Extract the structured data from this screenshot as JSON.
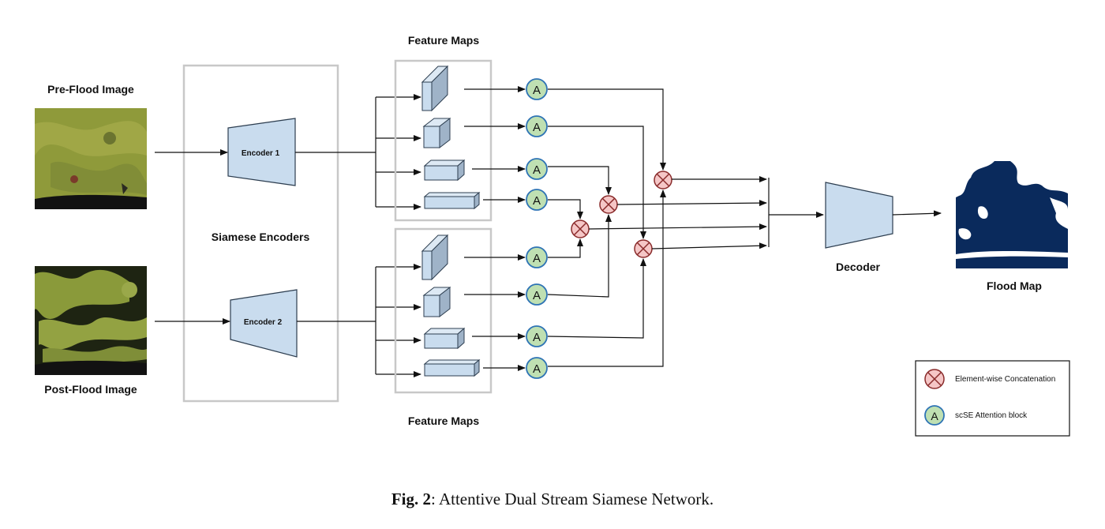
{
  "labels": {
    "pre_flood": "Pre-Flood Image",
    "post_flood": "Post-Flood Image",
    "siamese": "Siamese Encoders",
    "encoder1": "Encoder 1",
    "encoder2": "Encoder 2",
    "feature_maps_top": "Feature Maps",
    "feature_maps_bottom": "Feature Maps",
    "decoder": "Decoder",
    "flood_map": "Flood Map",
    "attention_letter": "A"
  },
  "legend": {
    "concat_label": "Element-wise Concatenation",
    "attention_label": "scSE Attention block",
    "attention_letter": "A"
  },
  "caption": {
    "prefix": "Fig. 2",
    "text": ": Attentive Dual Stream Siamese Network."
  },
  "colors": {
    "block_fill": "#c9dcee",
    "block_stroke": "#2d3e50",
    "attention_fill": "#bfe0b2",
    "attention_stroke": "#2f74b5",
    "concat_fill": "#f5c6c6",
    "concat_stroke": "#8a2b2b",
    "frame": "#c8c8c8",
    "flood_map_bg": "#0a2a5c"
  }
}
